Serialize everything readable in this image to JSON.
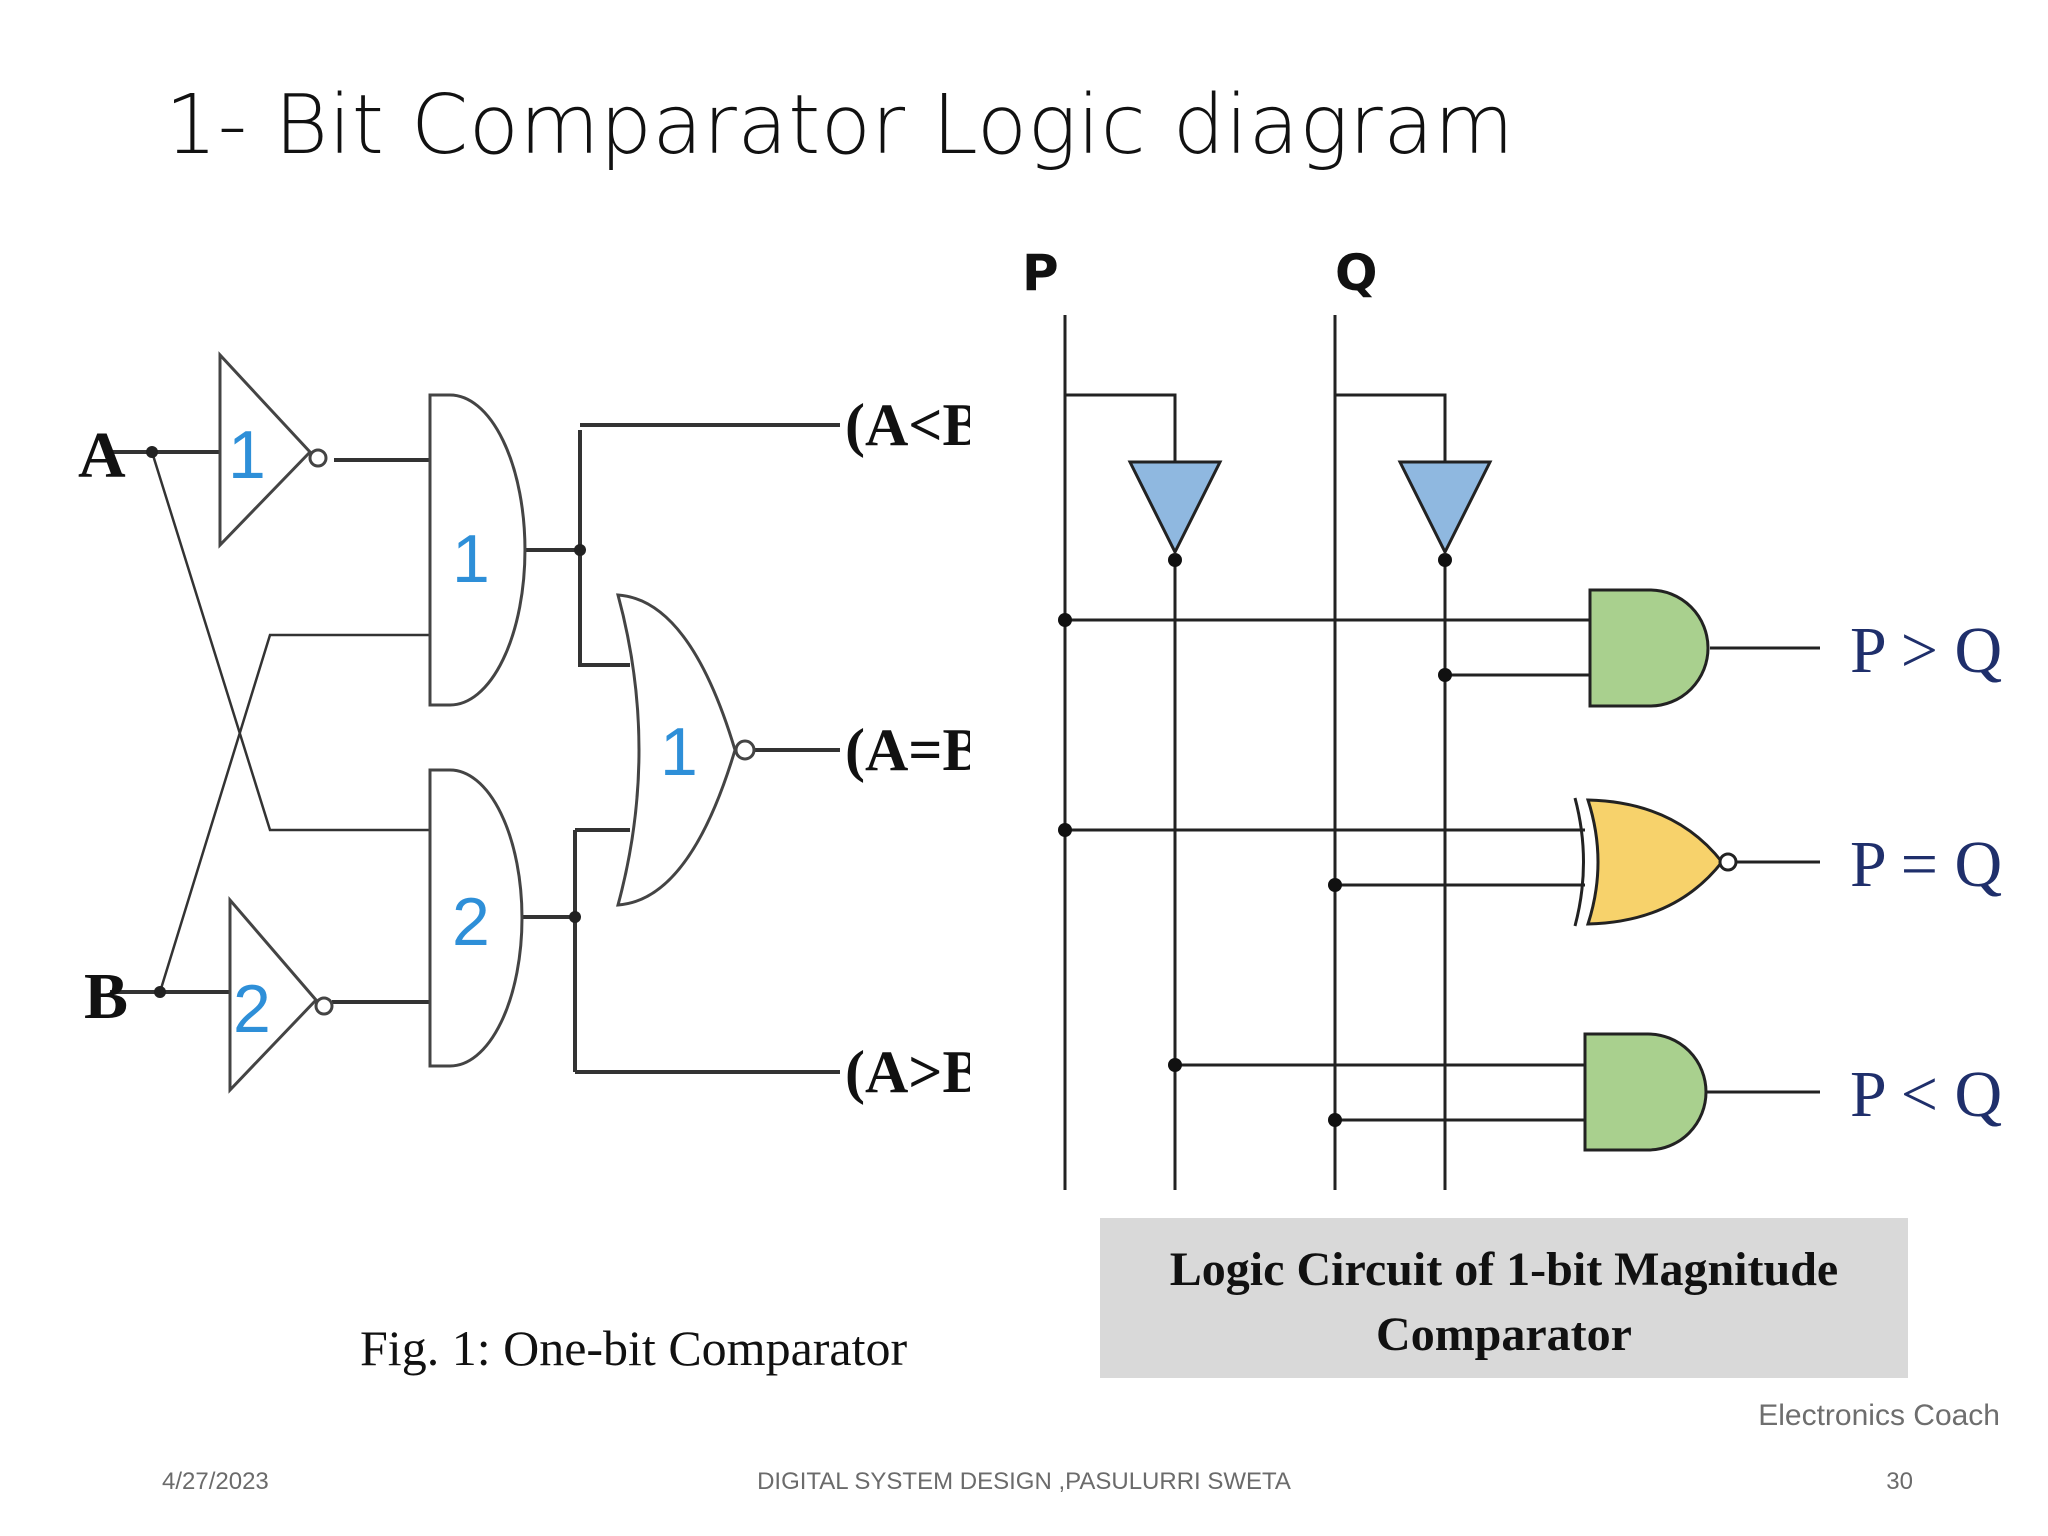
{
  "slide": {
    "title": "1- Bit Comparator Logic diagram"
  },
  "left_figure": {
    "inputs": [
      "A",
      "B"
    ],
    "outputs": [
      "(A<B)",
      "(A=B)",
      "(A>B)"
    ],
    "gate_numbers": {
      "not1": "1",
      "not2": "2",
      "and1": "1",
      "and2": "2",
      "nor1": "1"
    },
    "caption": "Fig. 1: One-bit Comparator",
    "colors": {
      "wire": "#333333",
      "gate_number": "#2e8fd8"
    }
  },
  "right_figure": {
    "inputs": [
      "P",
      "Q"
    ],
    "outputs": [
      "P > Q",
      "P = Q",
      "P < Q"
    ],
    "caption_line1": "Logic Circuit of 1-bit Magnitude",
    "caption_line2": "Comparator",
    "watermark": "Electronics Coach",
    "colors": {
      "not_gate": "#8fb8e0",
      "and_gate": "#a9d08e",
      "xnor_gate": "#f7d26b",
      "caption_bg": "#d9d9d9",
      "output_label": "#1f2f6b"
    }
  },
  "footer": {
    "date": "4/27/2023",
    "center": "DIGITAL SYSTEM DESIGN ,PASULURRI SWETA",
    "page": "30"
  }
}
